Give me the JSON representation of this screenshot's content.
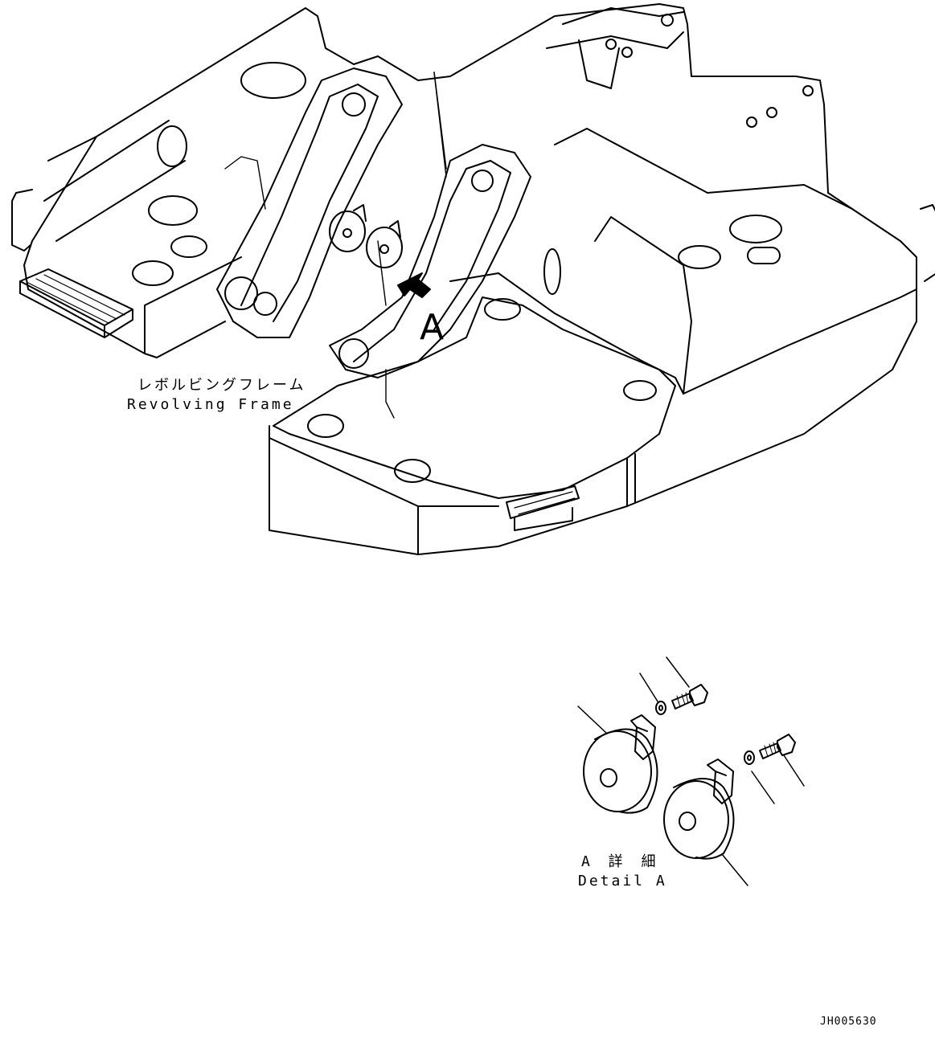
{
  "frame_label": {
    "ja": "レボルビングフレーム",
    "en": "Revolving Frame"
  },
  "view_letter": "A",
  "detail_label": {
    "ja": "A 詳 細",
    "en": "Detail A"
  },
  "drawing_code": "JH005630"
}
